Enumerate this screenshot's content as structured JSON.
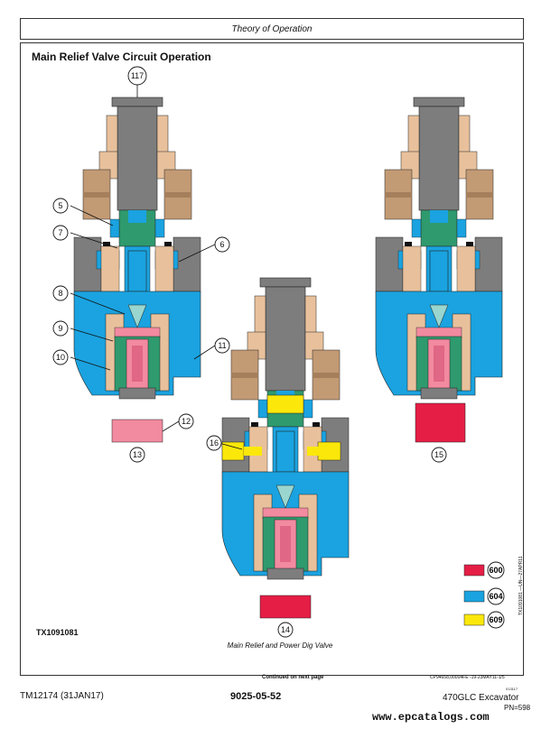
{
  "header": {
    "title": "Theory of Operation"
  },
  "section": {
    "title": "Main Relief Valve Circuit Operation"
  },
  "figure": {
    "id": "TX1091081",
    "caption": "Main Relief and Power Dig Valve",
    "callouts": [
      "117",
      "5",
      "7",
      "6",
      "8",
      "9",
      "11",
      "10",
      "12",
      "13",
      "16",
      "14",
      "15"
    ],
    "legend": [
      {
        "code": "600",
        "color": "#e51e46"
      },
      {
        "code": "604",
        "color": "#1aa3e0"
      },
      {
        "code": "609",
        "color": "#fbe80a"
      }
    ],
    "side_text": "TX1091081 —UN—27APR11",
    "continued": "Continued on next page",
    "ref": "CP94658,00004FE -19-23MAY11-1/5"
  },
  "footer": {
    "left": "TM12174 (31JAN17)",
    "center": "9025-05-52",
    "right": "470GLC Excavator",
    "tiny": "013117",
    "code": "PN=598"
  },
  "watermark": "www.epcatalogs.com",
  "colors": {
    "gray": "#7d7d7d",
    "tan": "#e8c19c",
    "brown": "#c29a74",
    "green": "#2f9a6e",
    "blue": "#1aa3e0",
    "red": "#e51e46",
    "yellow": "#fbe80a",
    "pink": "#f28aa0"
  }
}
